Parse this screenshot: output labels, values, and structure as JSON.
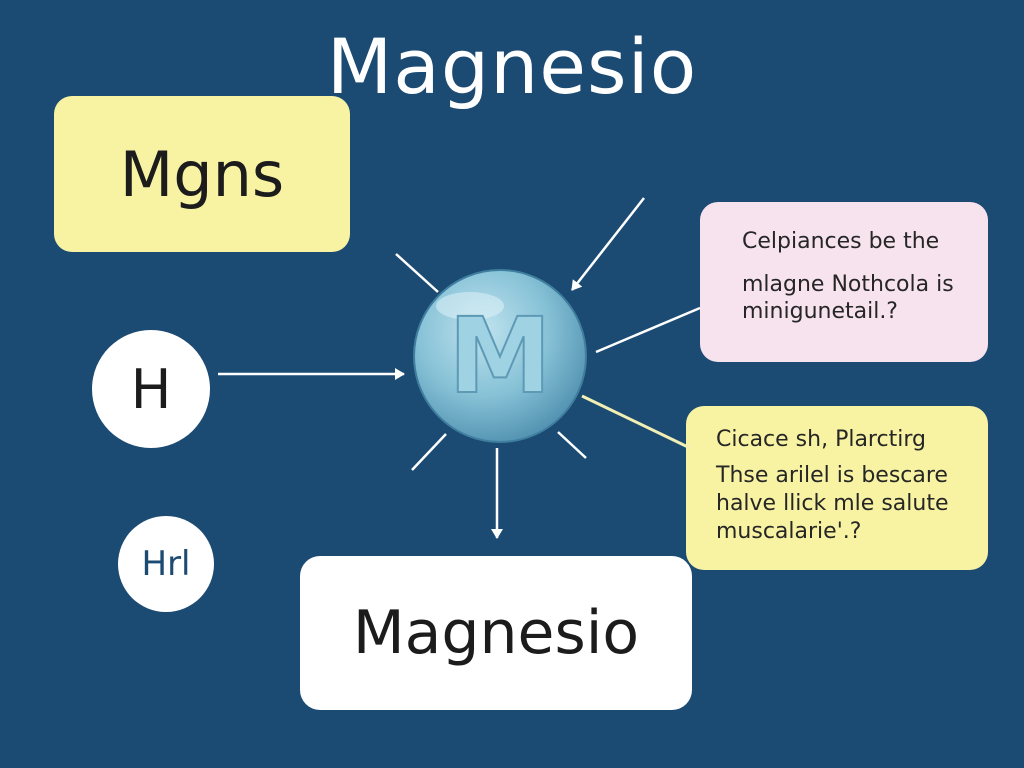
{
  "title": "Magnesio",
  "top_left_box": {
    "text": "Mgns"
  },
  "circle_h": {
    "text": "H"
  },
  "circle_hrl": {
    "text": "Hrl"
  },
  "center_sphere": {
    "letter": "M"
  },
  "bottom_box": {
    "text": "Magnesio"
  },
  "pink_box": {
    "lines": [
      "Celpiances be the",
      "mlagne Nothcola is",
      "miniguneta‌il.?"
    ]
  },
  "yellow_box": {
    "lines": [
      "Cicace sh, Plarctirg",
      "Thse arilel is bescare",
      "halve llick mle salute",
      "muscalarie'.?"
    ]
  },
  "colors": {
    "background": "#1b4a72",
    "yellow": "#f8f3a3",
    "pink": "#f7e3ee",
    "white": "#ffffff",
    "sphere": "#8cc7da"
  }
}
